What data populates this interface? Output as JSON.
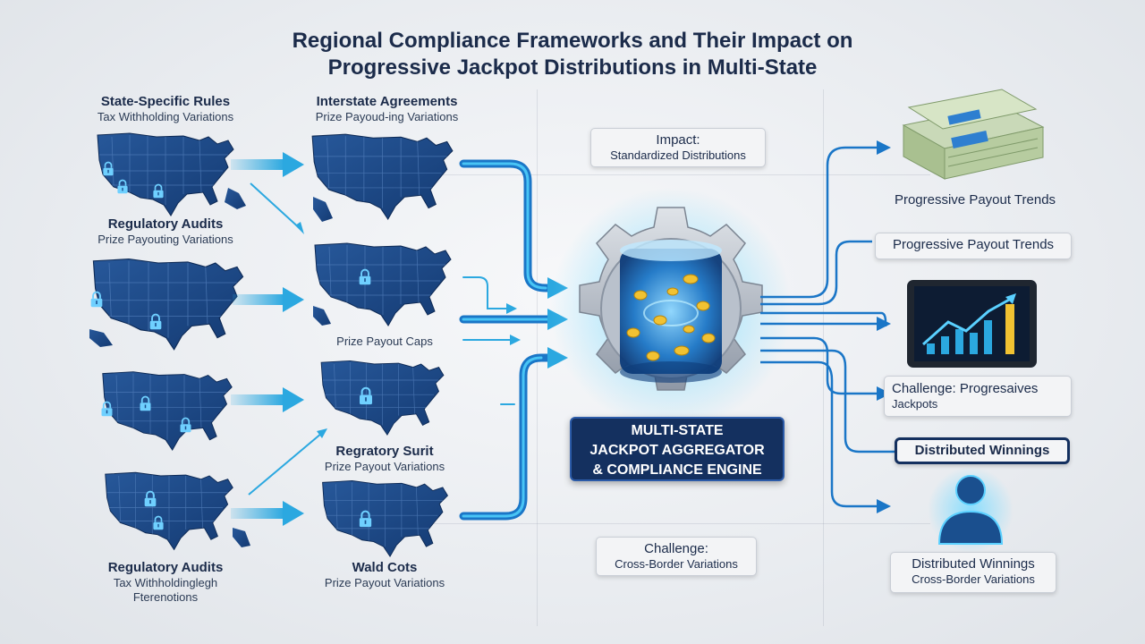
{
  "title": {
    "line1": "Regional Compliance Frameworks and Their Impact on",
    "line2": "Progressive Jackpot Distributions in Multi-State"
  },
  "left_column": [
    {
      "heading": "State-Specific Rules",
      "sub": "Tax Withholding Variations"
    },
    {
      "heading": "Regulatory Audits",
      "sub": "Prize Payouting Variations"
    },
    {
      "heading": "Regulatory Audits",
      "sub": "Tax Withholdinglegh",
      "sub2": "Fterenotions"
    }
  ],
  "middle_column": [
    {
      "heading": "Interstate Agreements",
      "sub": "Prize Payoud-ing Variations"
    },
    {
      "heading": "",
      "sub": "Prize Payout Caps"
    },
    {
      "heading": "Regratory Surit",
      "sub": "Prize Payout Variations"
    },
    {
      "heading": "Wald Cots",
      "sub": "Prize Payout Variations"
    }
  ],
  "center_boxes": {
    "impact": {
      "heading": "Impact:",
      "sub": "Standardized Distributions"
    },
    "challenge": {
      "heading": "Challenge:",
      "sub": "Cross-Border Variations"
    }
  },
  "engine": {
    "line1": "MULTI-STATE",
    "line2": "JACKPOT AGGREGATOR",
    "line3": "& COMPLIANCE ENGINE"
  },
  "right_column": {
    "money_label": "Progressive Payout Trends",
    "trend_box": "Progressive Payout Trends",
    "challenge_box": {
      "line1": "Challenge: Progresaives",
      "line2": "Jackpots"
    },
    "distributed_pill": "Distributed Winnings",
    "bottom_box": {
      "heading": "Distributed Winnings",
      "sub": "Cross-Border Variations"
    }
  },
  "colors": {
    "navy": "#14305f",
    "map_blue": "#1f4f8f",
    "accent_cyan": "#2ba8e0",
    "arrow_blue": "#1a76c7"
  },
  "icons": [
    "lock-icon",
    "money-stack-icon",
    "tablet-chart-icon",
    "user-icon",
    "gear-icon",
    "coin-cylinder-icon"
  ]
}
